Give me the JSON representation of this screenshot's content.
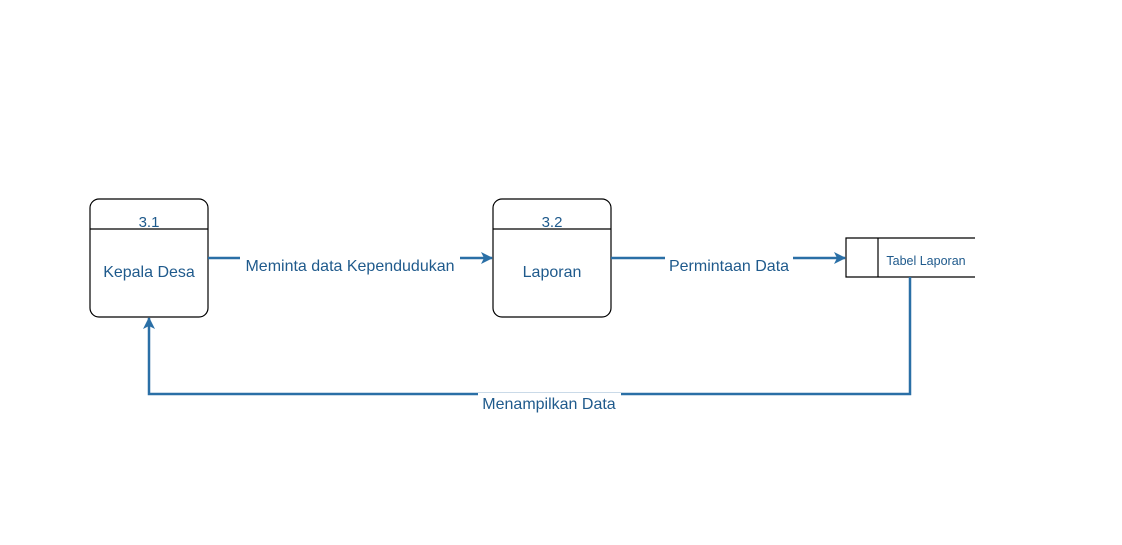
{
  "diagram": {
    "processes": [
      {
        "number": "3.1",
        "name": "Kepala Desa"
      },
      {
        "number": "3.2",
        "name": "Laporan"
      }
    ],
    "data_store": {
      "name": "Tabel Laporan"
    },
    "flows": [
      {
        "label": "Meminta data Kependudukan"
      },
      {
        "label": "Permintaan Data"
      },
      {
        "label": "Menampilkan Data"
      }
    ],
    "colors": {
      "flow": "#2a6fa6",
      "text": "#1f5a8c",
      "border": "#000000"
    }
  }
}
